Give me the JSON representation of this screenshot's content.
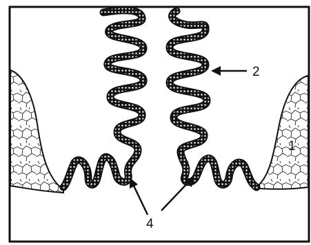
{
  "labels": {
    "one": "1",
    "two": "2",
    "four": "4"
  },
  "colors": {
    "ink": "#111111",
    "paper": "#ffffff",
    "cell_fill": "#cfcfcf"
  }
}
